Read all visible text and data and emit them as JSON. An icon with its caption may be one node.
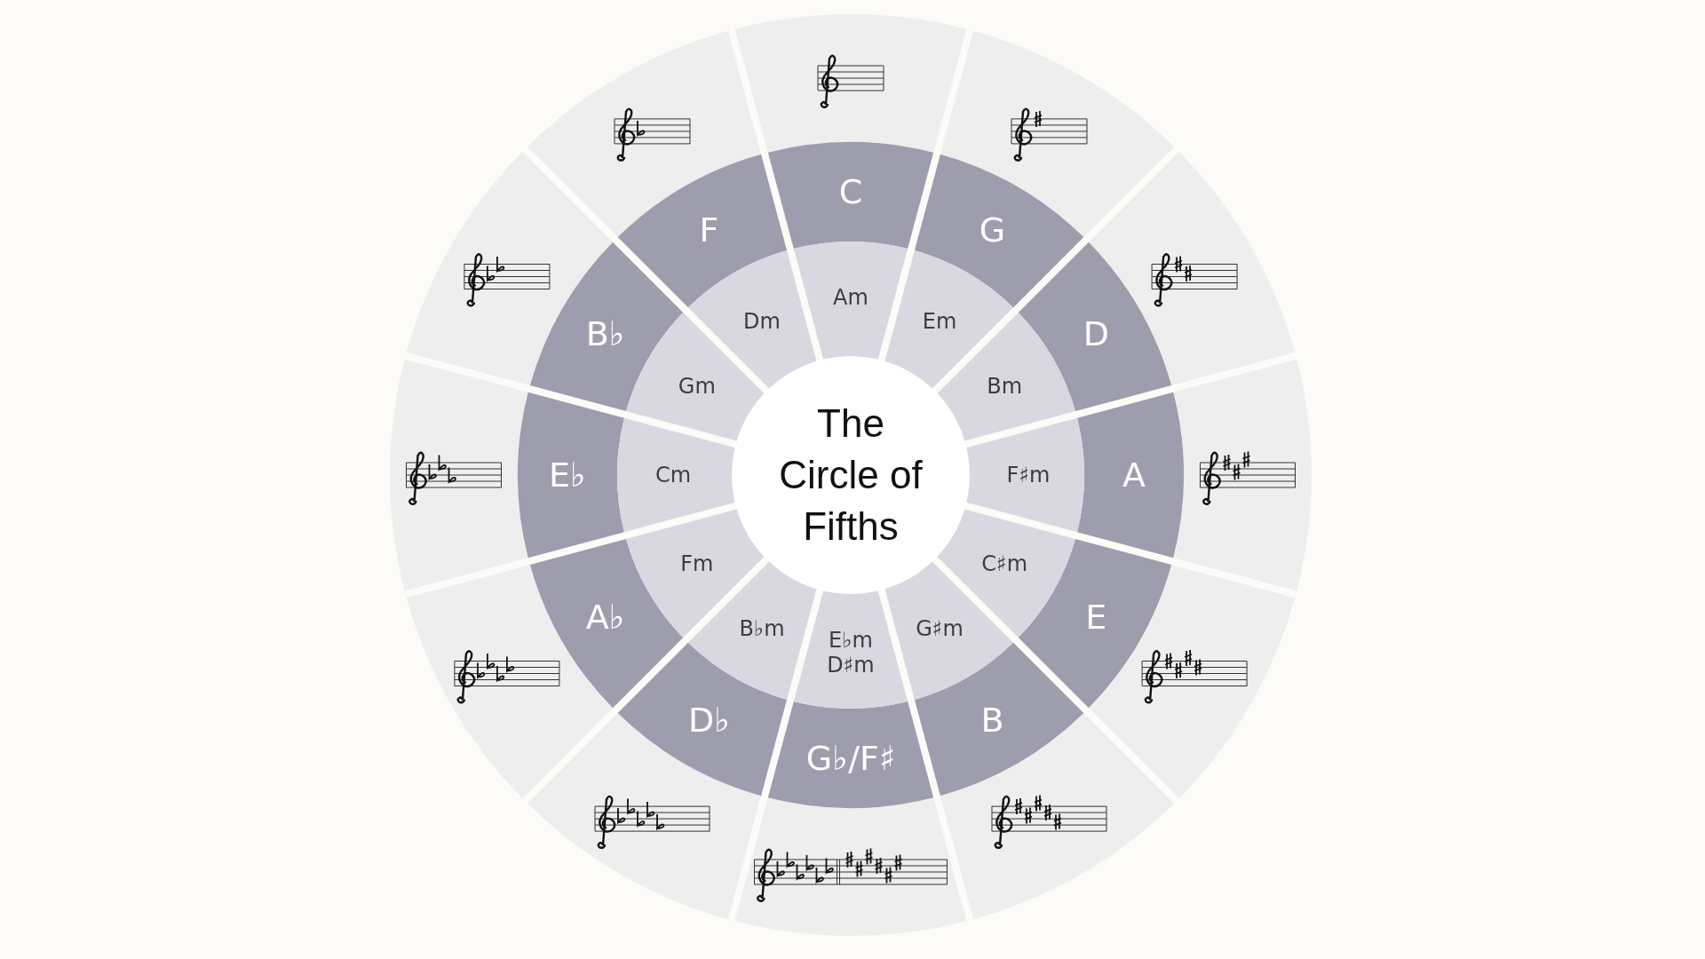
{
  "diagram": {
    "title": "The Circle of Fifths",
    "nodes": [
      {
        "text": [
          "C"
        ]
      },
      {
        "text": [
          "G"
        ]
      },
      {
        "text": [
          "D"
        ]
      },
      {
        "text": [
          "A"
        ]
      },
      {
        "text": [
          "E"
        ]
      },
      {
        "text": [
          "B"
        ]
      },
      {
        "text": [
          "G♭/F♯"
        ]
      },
      {
        "text": [
          "D♭"
        ]
      },
      {
        "text": [
          "A♭"
        ]
      },
      {
        "text": [
          "E♭"
        ]
      },
      {
        "text": [
          "B♭"
        ]
      },
      {
        "text": [
          "F"
        ]
      },
      {
        "text": [
          "Am"
        ]
      },
      {
        "text": [
          "Em"
        ]
      },
      {
        "text": [
          "Bm"
        ]
      },
      {
        "text": [
          "F♯m"
        ]
      },
      {
        "text": [
          "C♯m"
        ]
      },
      {
        "text": [
          "G♯m"
        ]
      },
      {
        "text": [
          "E♭m",
          "D♯m"
        ]
      },
      {
        "text": [
          "B♭m"
        ]
      },
      {
        "text": [
          "Fm"
        ]
      },
      {
        "text": [
          "Cm"
        ]
      },
      {
        "text": [
          "Gm"
        ]
      },
      {
        "text": [
          "Dm"
        ]
      }
    ]
  }
}
